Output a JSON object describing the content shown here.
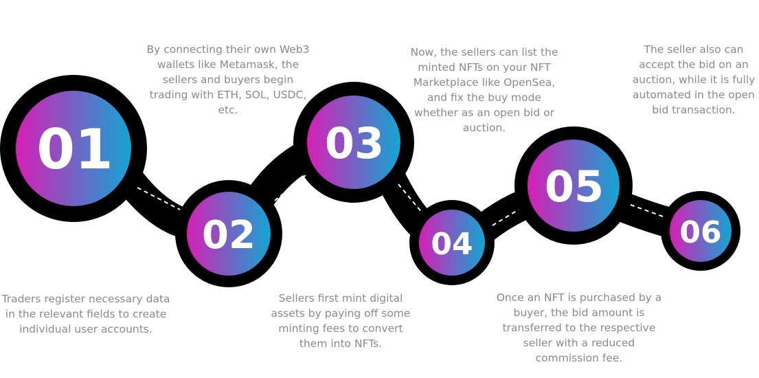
{
  "steps": [
    {
      "number": "01",
      "text": "Traders register necessary data in the relevant fields to create individual user accounts."
    },
    {
      "number": "02",
      "text": "By connecting their own Web3 wallets like Metamask, the sellers and buyers begin trading with ETH, SOL, USDC, etc."
    },
    {
      "number": "03",
      "text": "Sellers first mint digital assets by paying off some minting fees to convert them into NFTs."
    },
    {
      "number": "04",
      "text": "Now, the sellers can list the minted NFTs on your NFT Marketplace like OpenSea, and fix the buy mode whether as an open bid or auction."
    },
    {
      "number": "05",
      "text": "Once an NFT is purchased by a buyer, the bid amount is transferred to the respective seller with a reduced commission fee."
    },
    {
      "number": "06",
      "text": "The seller also can accept the bid on an auction, while it is fully automated in the open bid transaction."
    }
  ],
  "colors": {
    "gradient_start": "#d81eb6",
    "gradient_end": "#12a6d2",
    "ring": "#000000",
    "text": "#8a8a8a"
  }
}
